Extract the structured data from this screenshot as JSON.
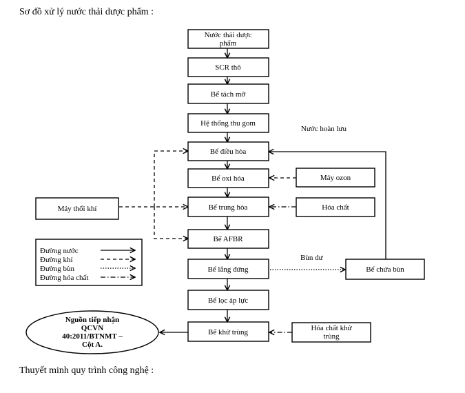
{
  "heading": "Sơ đồ xử lý nước thải dược phẩm :",
  "footer": "Thuyết minh quy trình công nghệ :",
  "boxes": {
    "nuoc_thai": [
      "Nước thải dược",
      "phẩm"
    ],
    "scr": [
      "SCR thô"
    ],
    "tach_mo": [
      "Bể tách mỡ"
    ],
    "thu_gom": [
      "Hệ thống thu gom"
    ],
    "dieu_hoa": [
      "Bể điều hòa"
    ],
    "oxi_hoa": [
      "Bể oxi hóa"
    ],
    "trung_hoa": [
      "Bể trung hòa"
    ],
    "afbr": [
      "Bể AFBR"
    ],
    "lang_dung": [
      "Bể lắng đứng"
    ],
    "loc_ap_luc": [
      "Bể lọc áp lực"
    ],
    "khu_trung": [
      "Bể khử trùng"
    ],
    "may_ozon": [
      "Máy ozon"
    ],
    "hoa_chat": [
      "Hóa chất"
    ],
    "may_thoi_khi": [
      "Máy thổi khí"
    ],
    "chua_bun": [
      "Bể chứa bùn"
    ],
    "hoa_chat_khu_trung": [
      "Hóa chất khử",
      "trùng"
    ]
  },
  "receiver": [
    "Nguồn tiếp nhận",
    "QCVN",
    "40:2011/BTNMT –",
    "Cột A."
  ],
  "labels": {
    "hoan_luu": "Nước hoàn lưu",
    "bun_du": "Bùn dư"
  },
  "legend": [
    {
      "label": "Đường nước",
      "style": "solid"
    },
    {
      "label": "Đường khí",
      "style": "dashed"
    },
    {
      "label": "Đường bùn",
      "style": "dotted"
    },
    {
      "label": "Đường hóa chất",
      "style": "dashdot"
    }
  ]
}
